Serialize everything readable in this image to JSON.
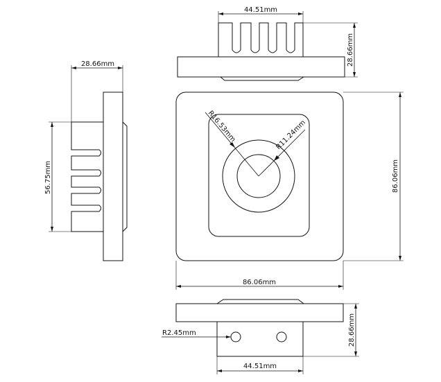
{
  "drawing": {
    "top_view": {
      "width_label": "44.51mm",
      "height_label": "28.66mm"
    },
    "left_view": {
      "depth_label": "28.66mm",
      "height_label": "56.75mm"
    },
    "front_view": {
      "radius_outer_label": "R16.53mm",
      "radius_inner_label": "R11.24mm",
      "height_label": "86.06mm",
      "width_label": "86.06mm"
    },
    "bottom_view": {
      "hole_label": "R2.45mm",
      "height_label": "28.66mm",
      "width_label": "44.51mm"
    }
  }
}
